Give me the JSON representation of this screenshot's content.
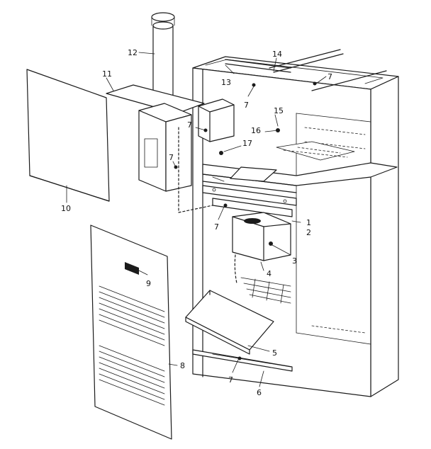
{
  "title": "",
  "callouts": [
    {
      "id": "cab-1",
      "label": "1"
    },
    {
      "id": "cab-2",
      "label": "2"
    },
    {
      "id": "cab-3",
      "label": "3"
    },
    {
      "id": "cab-4",
      "label": "4"
    },
    {
      "id": "cab-5",
      "label": "5"
    },
    {
      "id": "cab-6",
      "label": "6"
    },
    {
      "id": "cab-7a",
      "label": "7"
    },
    {
      "id": "cab-7b",
      "label": "7"
    },
    {
      "id": "cab-7c",
      "label": "7"
    },
    {
      "id": "cab-7d",
      "label": "7"
    },
    {
      "id": "cab-7e",
      "label": "7"
    },
    {
      "id": "cab-7f",
      "label": "7"
    },
    {
      "id": "cab-8",
      "label": "8"
    },
    {
      "id": "cab-9",
      "label": "9"
    },
    {
      "id": "cab-10",
      "label": "10"
    },
    {
      "id": "cab-11",
      "label": "11"
    },
    {
      "id": "cab-12",
      "label": "12"
    },
    {
      "id": "cab-13",
      "label": "13"
    },
    {
      "id": "cab-14",
      "label": "14"
    },
    {
      "id": "cab-15",
      "label": "15"
    },
    {
      "id": "cab-16",
      "label": "16"
    },
    {
      "id": "cab-17",
      "label": "17"
    }
  ]
}
